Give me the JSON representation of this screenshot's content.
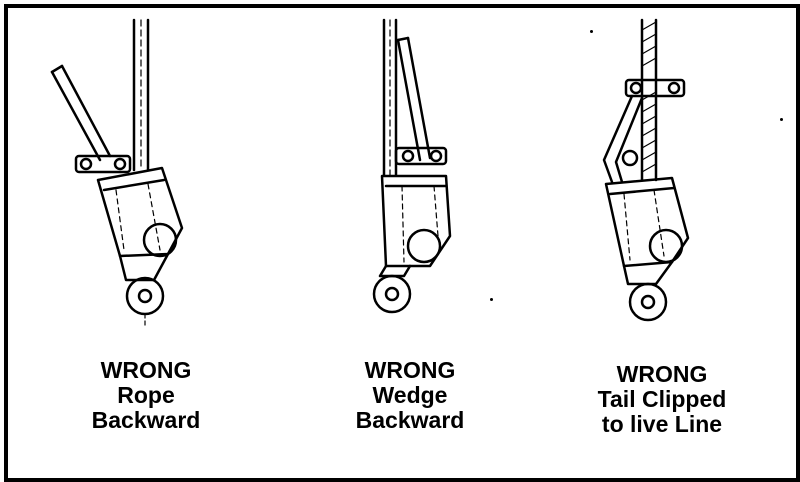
{
  "panels": [
    {
      "id": "rope-backward",
      "lines": [
        "WRONG",
        "Rope",
        "Backward"
      ]
    },
    {
      "id": "wedge-backward",
      "lines": [
        "WRONG",
        "Wedge",
        "Backward"
      ]
    },
    {
      "id": "tail-clipped",
      "lines": [
        "WRONG",
        "Tail Clipped",
        "to live Line"
      ]
    }
  ],
  "colors": {
    "ink": "#000000",
    "paper": "#ffffff"
  }
}
